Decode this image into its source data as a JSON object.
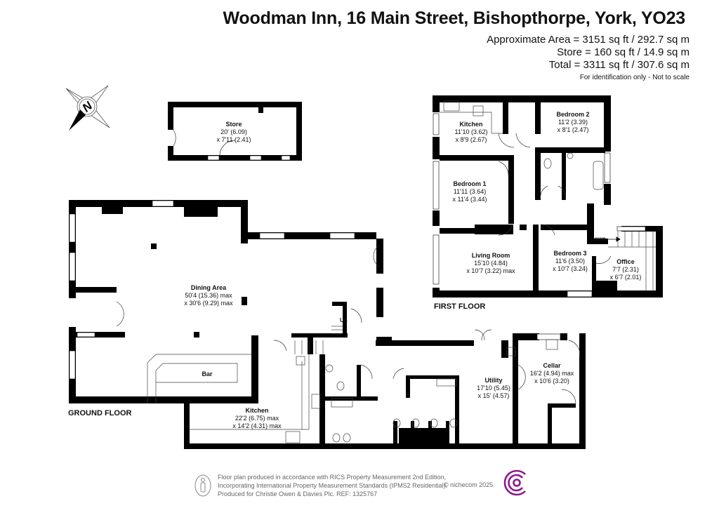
{
  "header": {
    "title": "Woodman Inn, 16 Main Street, Bishopthorpe, York, YO23",
    "areas": [
      "Approximate Area = 3151 sq ft / 292.7 sq m",
      "Store = 160 sq ft / 14.9 sq m",
      "Total = 3311 sq ft / 307.6 sq m"
    ],
    "note": "For identification only - Not to scale"
  },
  "compass": {
    "label": "N",
    "icon": "north-compass-icon"
  },
  "floors": {
    "ground": "GROUND FLOOR",
    "first": "FIRST FLOOR"
  },
  "rooms": {
    "store": {
      "name": "Store",
      "dim1": "20' (6.09)",
      "dim2": "x 7'11 (2.41)"
    },
    "dining": {
      "name": "Dining Area",
      "dim1": "50'4 (15.36) max",
      "dim2": "x 30'6 (9.29) max"
    },
    "bar": {
      "name": "Bar"
    },
    "kitchen_ground": {
      "name": "Kitchen",
      "dim1": "22'2 (6.75) max",
      "dim2": "x 14'2 (4.31) max"
    },
    "utility": {
      "name": "Utility",
      "dim1": "17'10 (5.45)",
      "dim2": "x 15' (4.57)"
    },
    "cellar": {
      "name": "Cellar",
      "dim1": "16'2 (4.94) max",
      "dim2": "x 10'6 (3.20)"
    },
    "kitchen_first": {
      "name": "Kitchen",
      "dim1": "11'10 (3.62)",
      "dim2": "x 8'9 (2.67)"
    },
    "bedroom2": {
      "name": "Bedroom 2",
      "dim1": "11'2 (3.39)",
      "dim2": "x 8'1 (2.47)"
    },
    "bedroom1": {
      "name": "Bedroom 1",
      "dim1": "11'11 (3.64)",
      "dim2": "x 11'4 (3.44)"
    },
    "living": {
      "name": "Living Room",
      "dim1": "15'10 (4.84)",
      "dim2": "x 10'7 (3.22) max"
    },
    "bedroom3": {
      "name": "Bedroom 3",
      "dim1": "11'6 (3.50)",
      "dim2": "x 10'7 (3.24)"
    },
    "office": {
      "name": "Office",
      "dim1": "7'7 (2.31)",
      "dim2": "x 6'7 (2.01)"
    }
  },
  "stairs": {
    "up": "Up",
    "down": "Down"
  },
  "footer": {
    "lines": [
      "Floor plan produced in accordance with RICS Property Measurement 2nd Edition,",
      "Incorporating International Property Measurement Standards (IPMS2 Residential).",
      "Produced for Christie Owen & Davies Plc.   REF: 1325767"
    ],
    "copyright": "© nichecom 2025.",
    "logo_color": "#8b1a8b"
  }
}
